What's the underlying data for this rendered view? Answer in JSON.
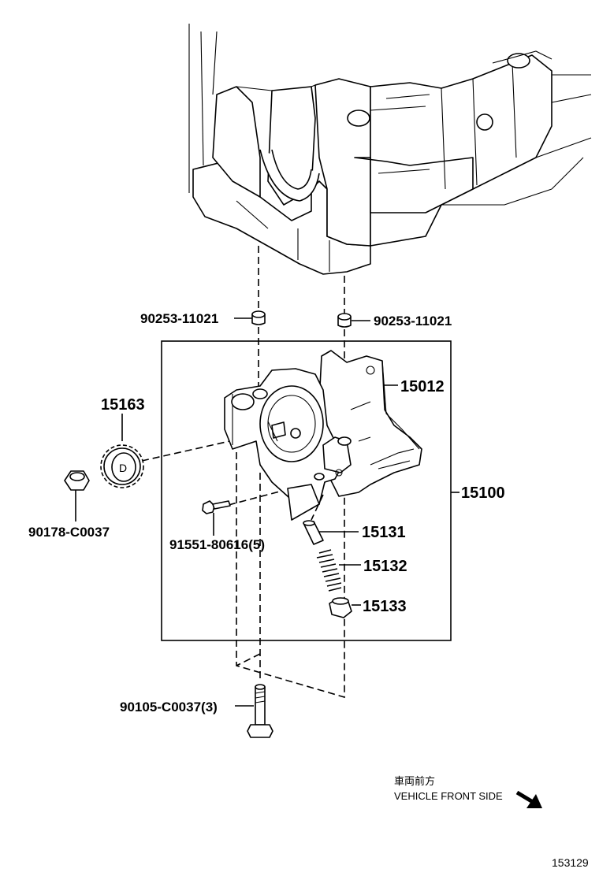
{
  "diagram": {
    "callouts": {
      "sleeve_left": "90253-11021",
      "sleeve_right": "90253-11021",
      "cover": "15012",
      "gear": "15163",
      "nut": "90178-C0037",
      "screw": "91551-80616(5)",
      "valve": "15131",
      "spring": "15132",
      "plug": "15133",
      "assembly": "15100",
      "bolt": "90105-C0037(3)"
    },
    "gear_mark": "D",
    "direction": {
      "label_jp": "車両前方",
      "label_en": "VEHICLE FRONT SIDE",
      "arrow_icon": "arrow-down-right-icon"
    },
    "figure_code": "153129"
  }
}
